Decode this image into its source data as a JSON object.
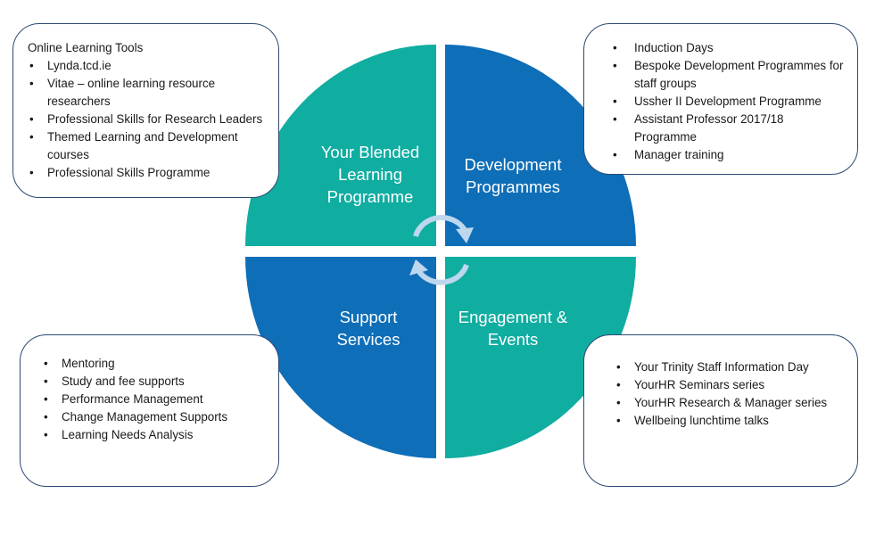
{
  "colors": {
    "teal": "#10ADA1",
    "blue": "#0E6EB8",
    "arrow": "#BDD7EE",
    "box_border": "#2E4A73"
  },
  "quadrants": {
    "top_left": {
      "line1": "Your Blended",
      "line2": "Learning",
      "line3": "Programme"
    },
    "top_right": {
      "line1": "Development",
      "line2": "Programmes"
    },
    "bottom_left": {
      "line1": "Support",
      "line2": "Services"
    },
    "bottom_right": {
      "line1": "Engagement &",
      "line2": "Events"
    }
  },
  "boxes": {
    "top_left": {
      "title": "Online Learning Tools",
      "items": [
        "Lynda.tcd.ie",
        "Vitae – online learning resource researchers",
        "Professional Skills for Research Leaders",
        "Themed Learning and Development courses",
        "Professional Skills Programme"
      ]
    },
    "top_right": {
      "items": [
        "Induction Days",
        "Bespoke Development Programmes for staff groups",
        "Ussher II Development Programme",
        "Assistant Professor 2017/18 Programme",
        "Manager training"
      ]
    },
    "bottom_left": {
      "items": [
        "Mentoring",
        "Study and fee supports",
        "Performance Management",
        "Change Management Supports",
        "Learning Needs Analysis"
      ]
    },
    "bottom_right": {
      "items": [
        "Your Trinity Staff Information Day",
        "YourHR Seminars series",
        "YourHR Research & Manager series",
        "Wellbeing lunchtime talks"
      ]
    }
  }
}
